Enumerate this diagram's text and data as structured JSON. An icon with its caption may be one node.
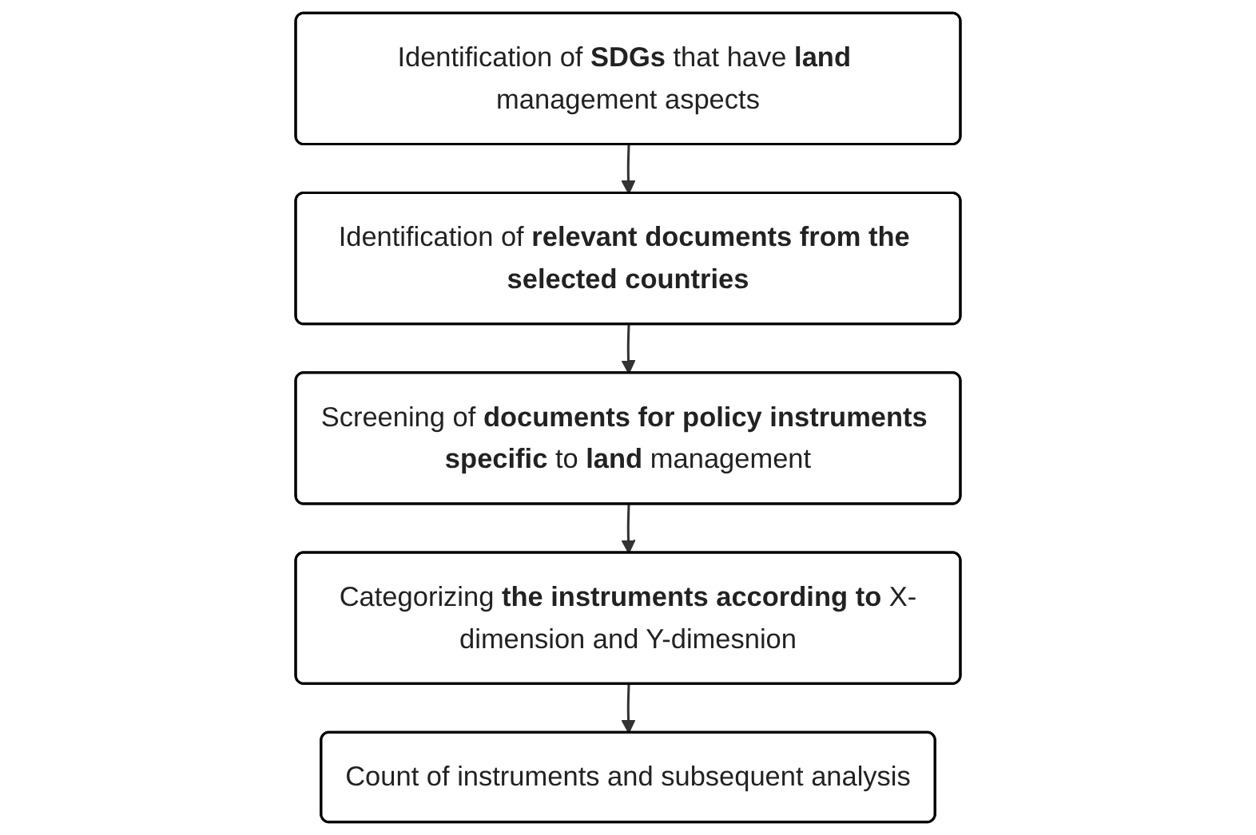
{
  "diagram": {
    "nodes": [
      {
        "text": [
          "Identification of **SDGs** that have **land** management aspects"
        ]
      },
      {
        "text": [
          "Identification of **relevant documents from the selected countries**"
        ]
      },
      {
        "text": [
          "Screening of **documents for policy instruments specific** to **land** management"
        ]
      },
      {
        "text": [
          "Categorizing **the instruments according to** X-dimension and Y-dimesnion"
        ]
      },
      {
        "text": [
          "Count of instruments and subsequent analysis"
        ]
      }
    ],
    "edges": [
      {
        "from": 0,
        "to": 1,
        "arrow": "to"
      },
      {
        "from": 1,
        "to": 2,
        "arrow": "to"
      },
      {
        "from": 2,
        "to": 3,
        "arrow": "to"
      },
      {
        "from": 3,
        "to": 4,
        "arrow": "to"
      }
    ]
  }
}
